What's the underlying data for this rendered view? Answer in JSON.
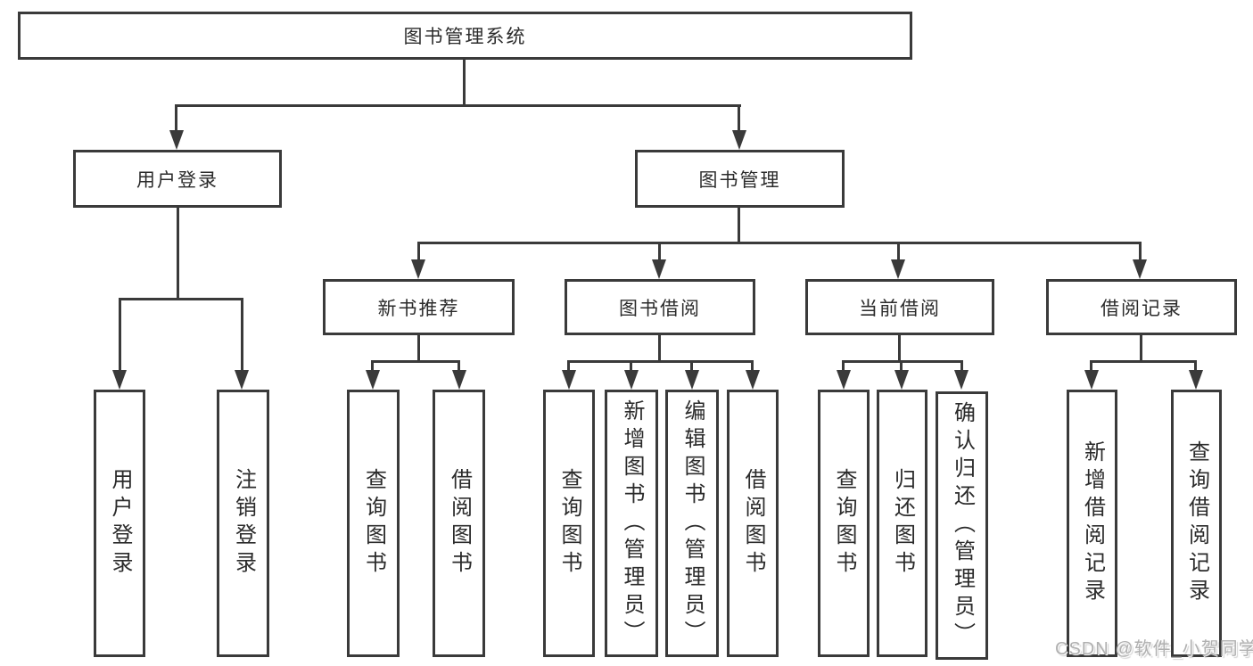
{
  "diagram": {
    "root": "图书管理系统",
    "level2": {
      "user_login": {
        "label": "用户登录",
        "leaves": [
          "用户登录",
          "注销登录"
        ]
      },
      "book_management": {
        "label": "图书管理"
      }
    },
    "level3": {
      "new_books": {
        "label": "新书推荐",
        "leaves": [
          "查询图书",
          "借阅图书"
        ]
      },
      "book_borrowing": {
        "label": "图书借阅",
        "leaves": [
          "查询图书",
          "新增图书（管理员）",
          "编辑图书（管理员）",
          "借阅图书"
        ]
      },
      "current_borrowing": {
        "label": "当前借阅",
        "leaves": [
          "查询图书",
          "归还图书",
          "确认归还（管理员）"
        ]
      },
      "borrowing_records": {
        "label": "借阅记录",
        "leaves": [
          "新增借阅记录",
          "查询借阅记录"
        ]
      }
    }
  },
  "watermark": "CSDN @软件_小贺同学",
  "colors": {
    "line": "#3a3a3a",
    "text": "#2b2b2b",
    "background": "#ffffff",
    "watermark": "#b0b0b0"
  }
}
